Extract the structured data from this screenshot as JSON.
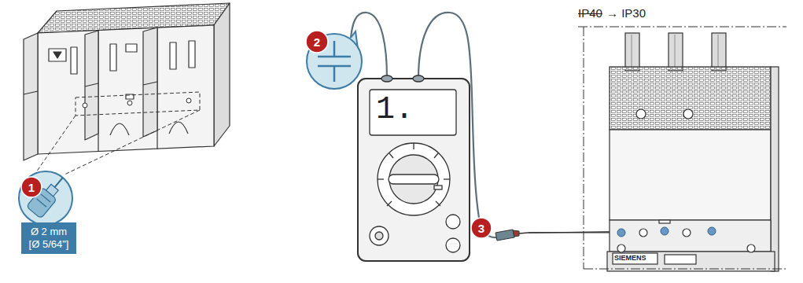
{
  "diagram": {
    "nodes": [
      {
        "text": [
          "1"
        ]
      },
      {
        "text": [
          "Ø 2 mm [Ø 5/64\"]"
        ]
      },
      {
        "text": [
          "2"
        ]
      },
      {
        "text": [
          "3"
        ]
      }
    ],
    "labels": [
      "1.",
      "IP40",
      "→ IP30",
      "SIEMENS"
    ]
  }
}
